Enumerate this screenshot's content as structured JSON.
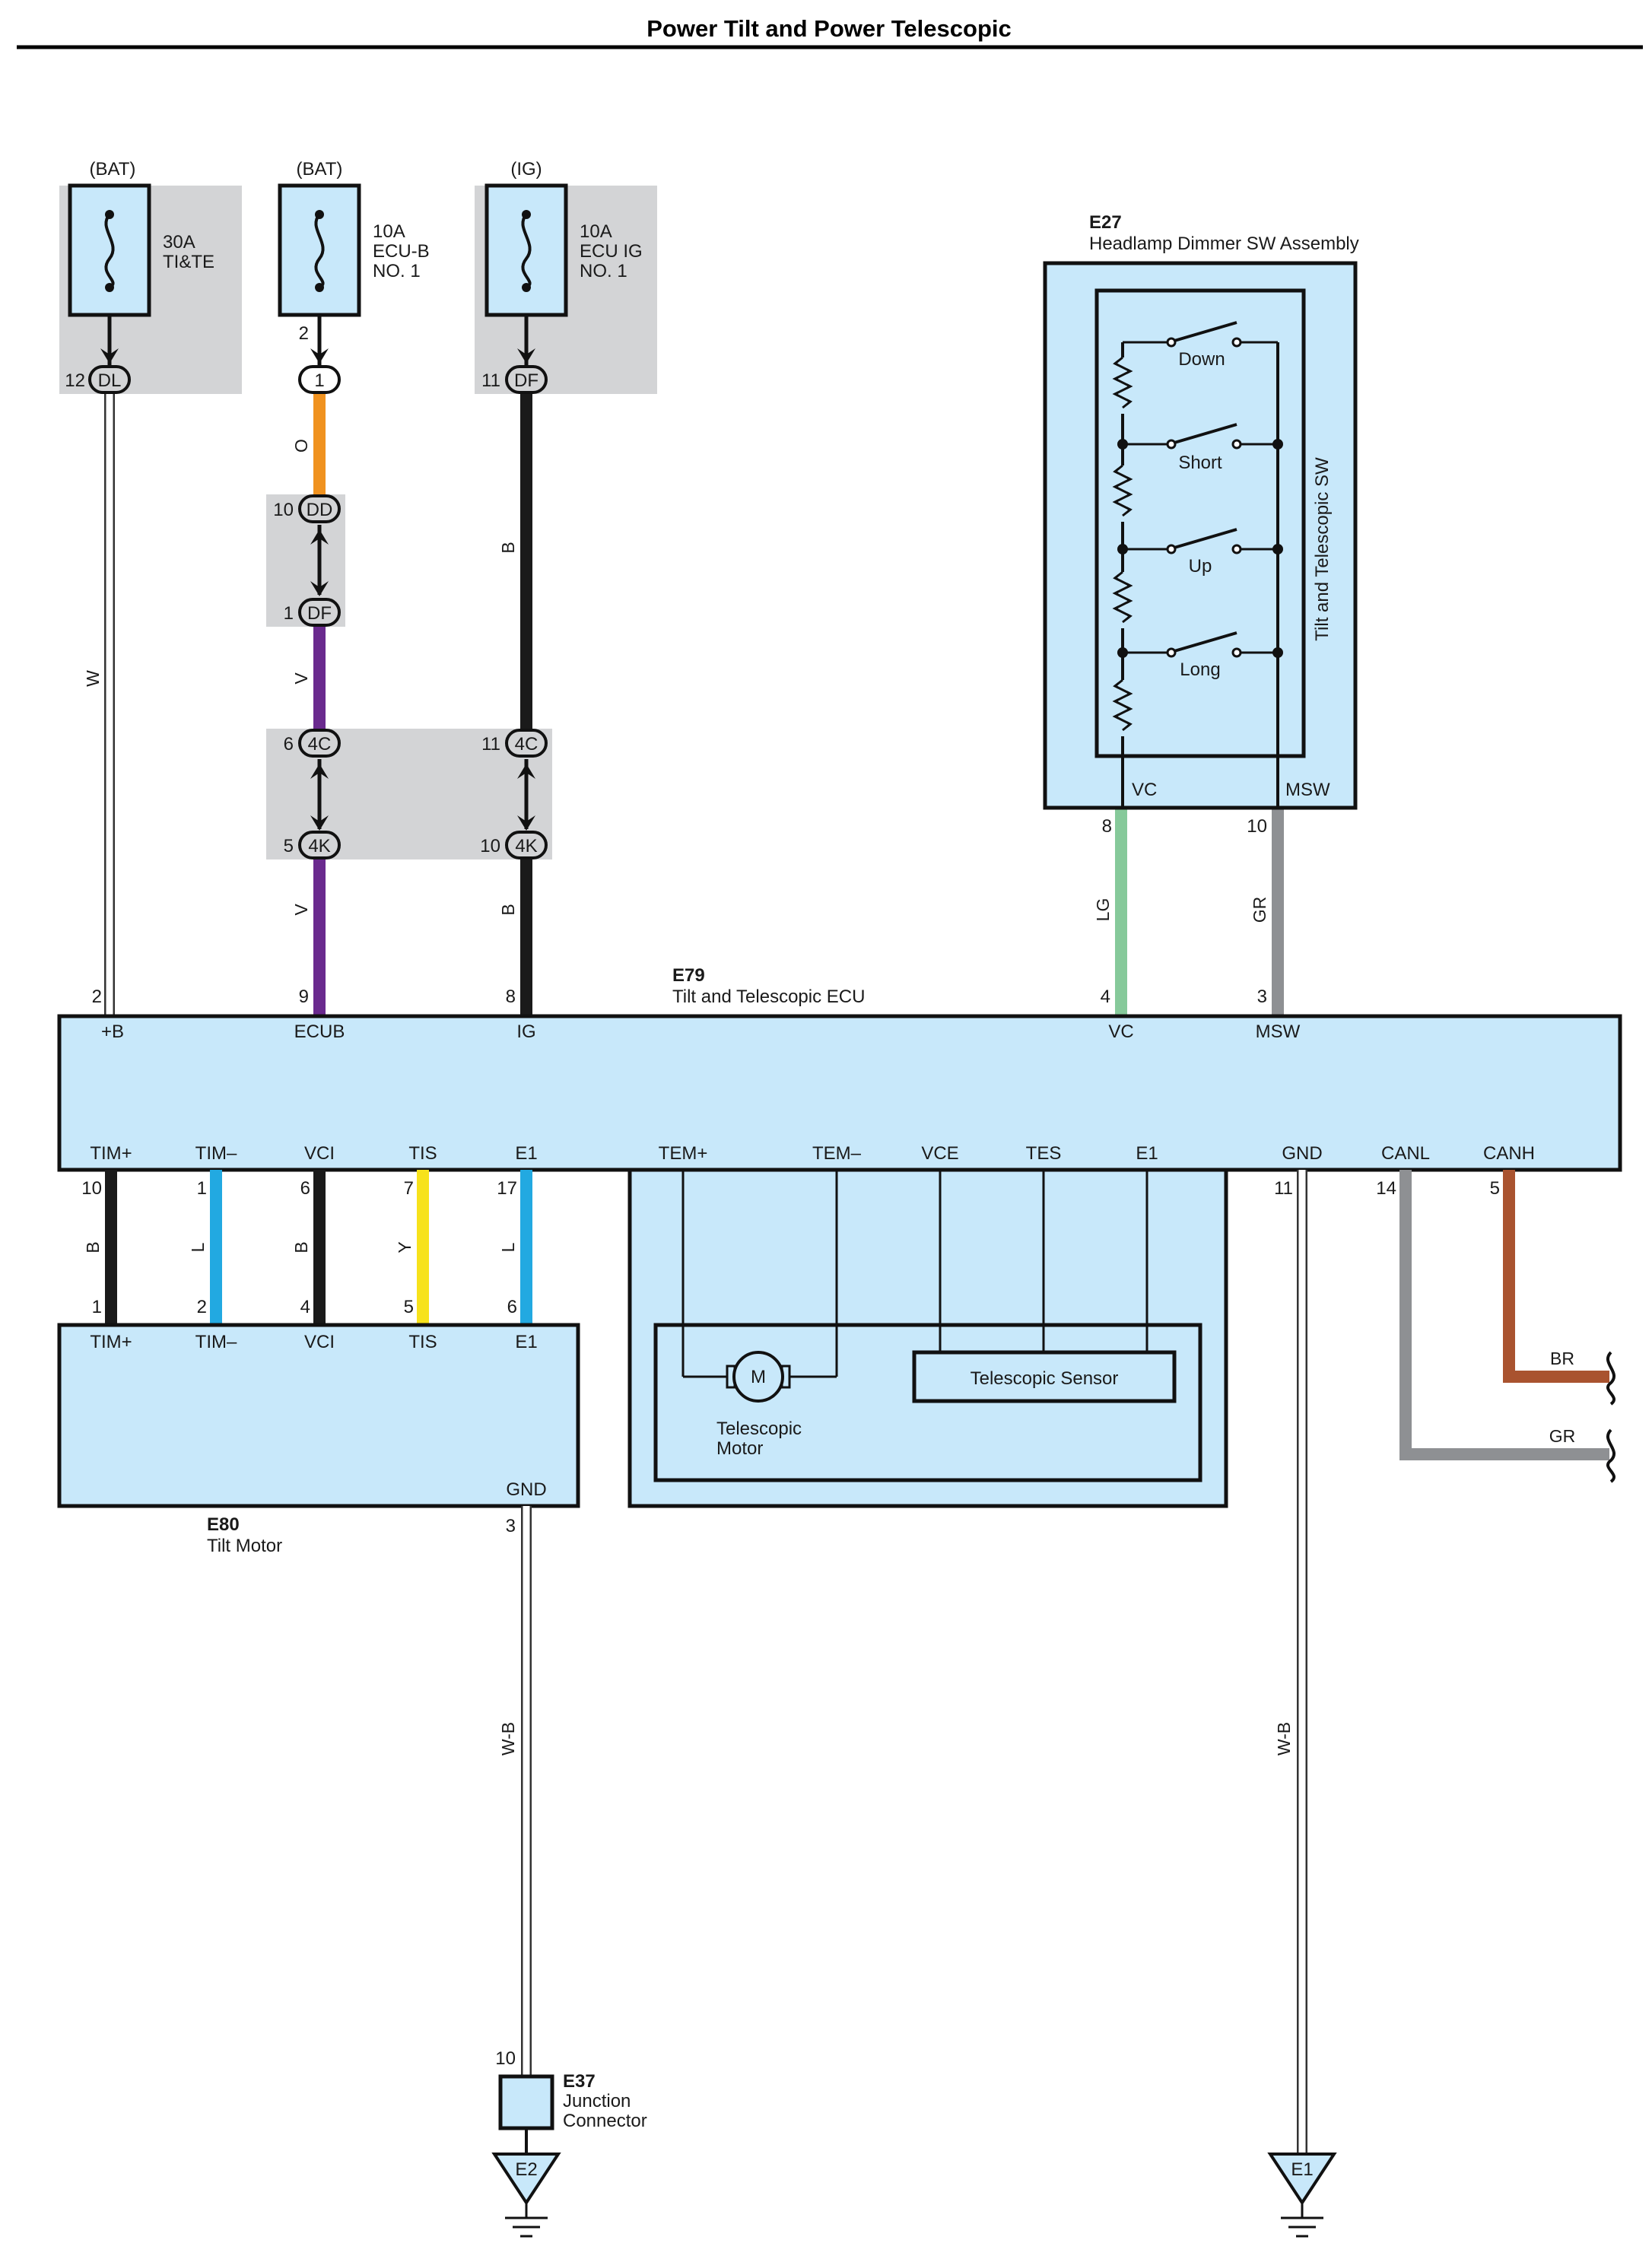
{
  "title": "Power Tilt and Power Telescopic",
  "colors": {
    "component_fill": "#c8e8fa",
    "shade": "#d3d4d6",
    "O": "#f0921f",
    "V": "#6a2a8e",
    "B": "#1a1a1a",
    "W": "#ffffff",
    "L": "#22a9e1",
    "Y": "#f7e21b",
    "LG": "#86c99a",
    "GR": "#8e9093",
    "BR": "#a9532f"
  },
  "fuses": [
    {
      "supply": "(BAT)",
      "rating": "30A",
      "name1": "TI&TE",
      "name2": ""
    },
    {
      "supply": "(BAT)",
      "rating": "10A",
      "name1": "ECU-B",
      "name2": "NO. 1"
    },
    {
      "supply": "(IG)",
      "rating": "10A",
      "name1": "ECU IG",
      "name2": "NO. 1"
    }
  ],
  "connectors": {
    "dl": {
      "code": "DL",
      "pin": "12"
    },
    "c1": {
      "code": "1",
      "pin": "2"
    },
    "df_top": {
      "code": "DF",
      "pin": "11"
    },
    "dd": {
      "code": "DD",
      "pin": "10"
    },
    "df_mid": {
      "code": "DF",
      "pin": "1"
    },
    "c4c_a": {
      "code": "4C",
      "pin": "6"
    },
    "c4c_b": {
      "code": "4C",
      "pin": "11"
    },
    "c4k_a": {
      "code": "4K",
      "pin": "5"
    },
    "c4k_b": {
      "code": "4K",
      "pin": "10"
    }
  },
  "wire_labels": {
    "w": "W",
    "o": "O",
    "v1": "V",
    "v2": "V",
    "b1": "B",
    "b2": "B",
    "lg": "LG",
    "gr_top": "GR",
    "tilt_b1": "B",
    "tilt_l1": "L",
    "tilt_b2": "B",
    "tilt_y": "Y",
    "tilt_l2": "L",
    "wb1": "W-B",
    "wb2": "W-B",
    "br": "BR",
    "gr_right": "GR"
  },
  "e27": {
    "code": "E27",
    "name": "Headlamp Dimmer SW Assembly",
    "switch_name": "Tilt and Telescopic SW",
    "switches": [
      "Down",
      "Short",
      "Up",
      "Long"
    ],
    "vc": "VC",
    "msw": "MSW",
    "vc_pin": "8",
    "msw_pin": "10"
  },
  "e79": {
    "code": "E79",
    "name": "Tilt and Telescopic ECU",
    "top_terms": [
      {
        "label": "+B",
        "pin": "2"
      },
      {
        "label": "ECUB",
        "pin": "9"
      },
      {
        "label": "IG",
        "pin": "8"
      },
      {
        "label": "VC",
        "pin": "4"
      },
      {
        "label": "MSW",
        "pin": "3"
      }
    ],
    "bottom_terms": [
      {
        "label": "TIM+",
        "pin": "10"
      },
      {
        "label": "TIM–",
        "pin": "1"
      },
      {
        "label": "VCI",
        "pin": "6"
      },
      {
        "label": "TIS",
        "pin": "7"
      },
      {
        "label": "E1",
        "pin": "17"
      },
      {
        "label": "TEM+",
        "pin": ""
      },
      {
        "label": "TEM–",
        "pin": ""
      },
      {
        "label": "VCE",
        "pin": ""
      },
      {
        "label": "TES",
        "pin": ""
      },
      {
        "label": "E1",
        "pin": ""
      },
      {
        "label": "GND",
        "pin": "11"
      },
      {
        "label": "CANL",
        "pin": "14"
      },
      {
        "label": "CANH",
        "pin": "5"
      }
    ]
  },
  "e80": {
    "code": "E80",
    "name": "Tilt Motor",
    "terms": [
      {
        "label": "TIM+",
        "pin": "1"
      },
      {
        "label": "TIM–",
        "pin": "2"
      },
      {
        "label": "VCI",
        "pin": "4"
      },
      {
        "label": "TIS",
        "pin": "5"
      },
      {
        "label": "E1",
        "pin": "6"
      }
    ],
    "gnd": "GND",
    "gnd_pin": "3"
  },
  "telescopic": {
    "motor_symbol": "M",
    "motor1": "Telescopic",
    "motor2": "Motor",
    "sensor": "Telescopic Sensor"
  },
  "e37": {
    "code": "E37",
    "name1": "Junction",
    "name2": "Connector",
    "pin": "10"
  },
  "grounds": {
    "g1": "E2",
    "g2": "E1"
  }
}
